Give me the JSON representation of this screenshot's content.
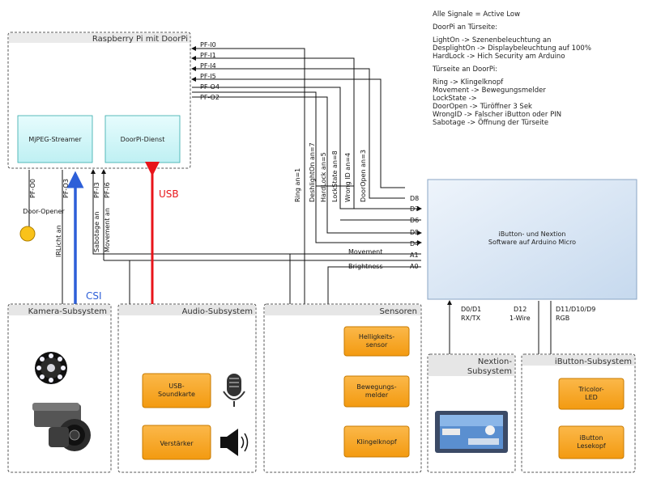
{
  "notes": {
    "lines": [
      "Alle Signale = Active Low",
      "",
      "DoorPi an Türseite:",
      "",
      "LightOn -> Szenenbeleuchtung an",
      "DesplightOn -> Displaybeleuchtung auf 100%",
      "HardLock -> Hich Security am Arduino",
      "",
      "Türseite an DoorPi:",
      "",
      "Ring -> Klingelknopf",
      "Movement -> Bewegungsmelder",
      "LockState ->",
      "DoorOpen -> Türöffner 3 Sek",
      "WrongID -> Falscher iButton oder PIN",
      "Sabotage -> Öffnung der Türseite"
    ]
  },
  "raspberry": {
    "title": "Raspberry Pi mit DoorPi",
    "mjpeg": "MjPEG-Streamer",
    "doorpi": "DoorPi-Dienst",
    "pins": [
      "PF-I0",
      "PF-I1",
      "PF-I4",
      "PF-I5",
      "PF-O4",
      "PF-O2"
    ]
  },
  "pi_bottom_labels": {
    "pf_o0": "PF-O0",
    "pf_o3": "PF-O3",
    "pf_i3": "PF-I3",
    "pf_i6": "PF-I6",
    "door_opener": "Door-Opener",
    "irlicht": "IRLicht an",
    "sabotage": "Sabotage an",
    "movement": "Movement an"
  },
  "links": {
    "usb": "USB",
    "csi": "CSI"
  },
  "arduino": {
    "title_line1": "iButton- und Nextion",
    "title_line2": "Software auf Arduino Micro",
    "pins_left": [
      "D8",
      "D7",
      "D6",
      "D5",
      "D4",
      "A1",
      "A0"
    ],
    "pin_labels": [
      "Movement",
      "Brightness"
    ],
    "bottom_pins": [
      {
        "name": "D0/D1",
        "sub": "RX/TX"
      },
      {
        "name": "D12",
        "sub": "1-Wire"
      },
      {
        "name": "D11/D10/D9",
        "sub": "RGB"
      }
    ]
  },
  "signals": [
    "Ring an=1",
    "DeshlightOn an=7",
    "HardLock an=5",
    "LockState an=8",
    "Wrong ID an=4",
    "DoorOpen an=3"
  ],
  "subsystems": {
    "kamera": {
      "title": "Kamera-Subsystem"
    },
    "audio": {
      "title": "Audio-Subsystem",
      "usb_soundcard": "USB-\nSoundkarte",
      "verstaerker": "Verstärker"
    },
    "sensoren": {
      "title": "Sensoren",
      "hell": "Helligkeits-\nsensor",
      "bewegung": "Bewegungs-\nmelder",
      "klingel": "Klingelknopf"
    },
    "nextion": {
      "title_line1": "Nextion-",
      "title_line2": "Subsystem"
    },
    "ibutton": {
      "title": "iButton-Subsystem",
      "tricolor": "Tricolor-\nLED",
      "ibutton_kopf": "iButton\nLesekopf"
    }
  },
  "colors": {
    "usb": "#e8141a",
    "csi": "#2d5fd8",
    "orange_box": "#f7a21c",
    "arduino_fill": "#d7e5f5",
    "cyan_fill": "#cdf5f7"
  },
  "icons": [
    "camera-ir-led-icon",
    "camera-icon",
    "microphone-icon",
    "speaker-icon",
    "nextion-display-icon",
    "door-opener-led-icon"
  ]
}
